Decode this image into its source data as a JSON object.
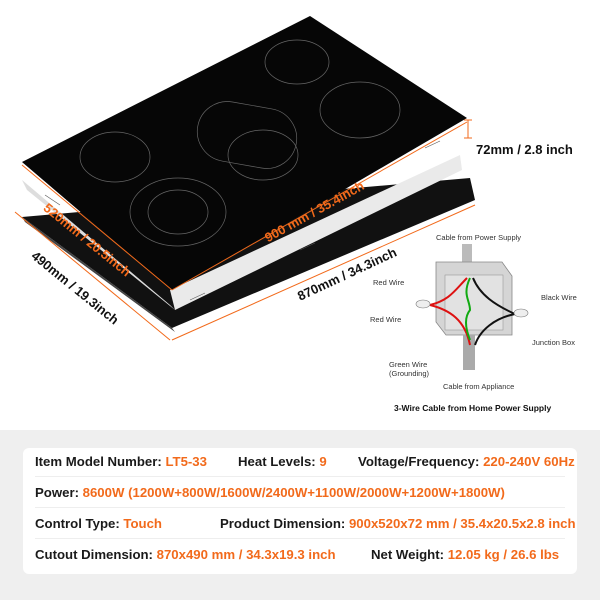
{
  "dimensions": {
    "depth_top": "520mm / 20.5inch",
    "width_top": "900 mm / 35.4inch",
    "height": "72mm / 2.8 inch",
    "cutout_depth": "490mm / 19.3inch",
    "cutout_width": "870mm / 34.3inch"
  },
  "diagram": {
    "cable_power": "Cable from Power Supply",
    "red_wire_1": "Red Wire",
    "red_wire_2": "Red Wire",
    "black_wire": "Black Wire",
    "junction_box": "Junction Box",
    "green_wire": "Green Wire",
    "grounding": "(Grounding)",
    "cable_appliance": "Cable from Appliance",
    "caption": "3-Wire Cable from Home Power Supply"
  },
  "specs": {
    "model_label": "Item Model Number:",
    "model_value": "LT5-33",
    "heat_label": "Heat Levels:",
    "heat_value": "9",
    "voltage_label": "Voltage/Frequency:",
    "voltage_value": "220-240V 60Hz",
    "power_label": "Power:",
    "power_value": "8600W (1200W+800W/1600W/2400W+1100W/2000W+1200W+1800W)",
    "control_label": "Control Type:",
    "control_value": "Touch",
    "product_dim_label": "Product Dimension:",
    "product_dim_value": "900x520x72 mm / 35.4x20.5x2.8 inch",
    "cutout_label": "Cutout Dimension:",
    "cutout_value": "870x490 mm / 34.3x19.3 inch",
    "weight_label": "Net Weight:",
    "weight_value": "12.05 kg / 26.6 lbs"
  },
  "colors": {
    "accent": "#f26a1b",
    "glass": "#0a0a0a",
    "panel": "#efefef"
  }
}
